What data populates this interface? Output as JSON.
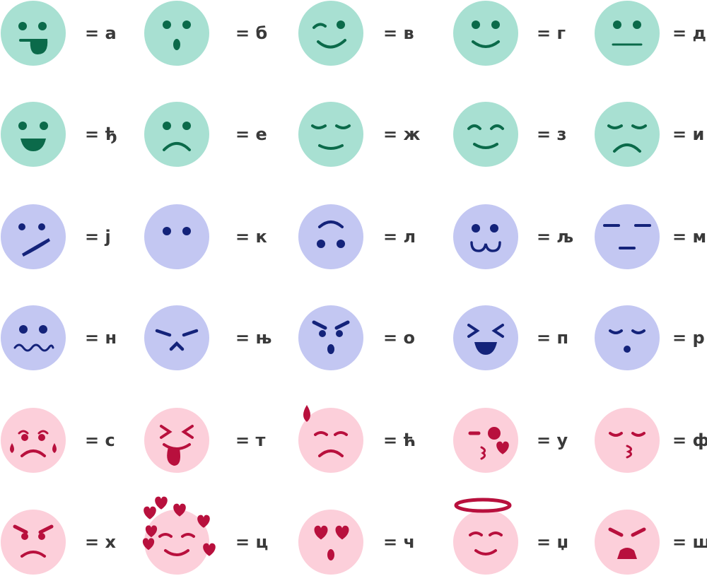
{
  "palette": {
    "green_face": "#a8e0d2",
    "green_feat": "#0b6a4a",
    "blue_face": "#c3c7f2",
    "blue_feat": "#14237a",
    "pink_face": "#fccfda",
    "pink_feat": "#b8103d",
    "label_color": "#3a3a3a"
  },
  "cipher": [
    {
      "letter": "= а",
      "theme": "green",
      "icon": "tongue-wink-face-icon"
    },
    {
      "letter": "= б",
      "theme": "green",
      "icon": "surprised-face-icon"
    },
    {
      "letter": "= в",
      "theme": "green",
      "icon": "winking-face-icon"
    },
    {
      "letter": "= г",
      "theme": "green",
      "icon": "smiling-face-icon"
    },
    {
      "letter": "= д",
      "theme": "green",
      "icon": "neutral-face-icon"
    },
    {
      "letter": "= ђ",
      "theme": "green",
      "icon": "grinning-face-icon"
    },
    {
      "letter": "= е",
      "theme": "green",
      "icon": "frowning-face-icon"
    },
    {
      "letter": "= ж",
      "theme": "green",
      "icon": "content-closed-eyes-face-icon"
    },
    {
      "letter": "= з",
      "theme": "green",
      "icon": "happy-closed-eyes-face-icon"
    },
    {
      "letter": "= и",
      "theme": "green",
      "icon": "sad-closed-eyes-face-icon"
    },
    {
      "letter": "= ј",
      "theme": "blue",
      "icon": "skeptical-face-icon"
    },
    {
      "letter": "= к",
      "theme": "blue",
      "icon": "mouthless-face-icon"
    },
    {
      "letter": "= л",
      "theme": "blue",
      "icon": "raised-brow-face-icon"
    },
    {
      "letter": "= љ",
      "theme": "blue",
      "icon": "cat-mouth-face-icon"
    },
    {
      "letter": "= м",
      "theme": "blue",
      "icon": "expressionless-face-icon"
    },
    {
      "letter": "= н",
      "theme": "blue",
      "icon": "woozy-face-icon"
    },
    {
      "letter": "= њ",
      "theme": "blue",
      "icon": "confounded-face-icon"
    },
    {
      "letter": "= о",
      "theme": "blue",
      "icon": "angry-surprised-face-icon"
    },
    {
      "letter": "= п",
      "theme": "blue",
      "icon": "laughing-squint-face-icon"
    },
    {
      "letter": "= р",
      "theme": "blue",
      "icon": "whistling-face-icon"
    },
    {
      "letter": "= с",
      "theme": "pink",
      "icon": "crying-face-icon"
    },
    {
      "letter": "= т",
      "theme": "pink",
      "icon": "squint-tongue-face-icon"
    },
    {
      "letter": "= ћ",
      "theme": "pink",
      "icon": "sweat-drop-face-icon"
    },
    {
      "letter": "= у",
      "theme": "pink",
      "icon": "kiss-wink-heart-face-icon"
    },
    {
      "letter": "= ф",
      "theme": "pink",
      "icon": "kissing-closed-eyes-face-icon"
    },
    {
      "letter": "= х",
      "theme": "pink",
      "icon": "angry-face-icon"
    },
    {
      "letter": "= ц",
      "theme": "pink",
      "icon": "hearts-around-face-icon"
    },
    {
      "letter": "= ч",
      "theme": "pink",
      "icon": "heart-eyes-face-icon"
    },
    {
      "letter": "= џ",
      "theme": "pink",
      "icon": "halo-face-icon"
    },
    {
      "letter": "= ш",
      "theme": "pink",
      "icon": "tired-face-icon"
    }
  ]
}
